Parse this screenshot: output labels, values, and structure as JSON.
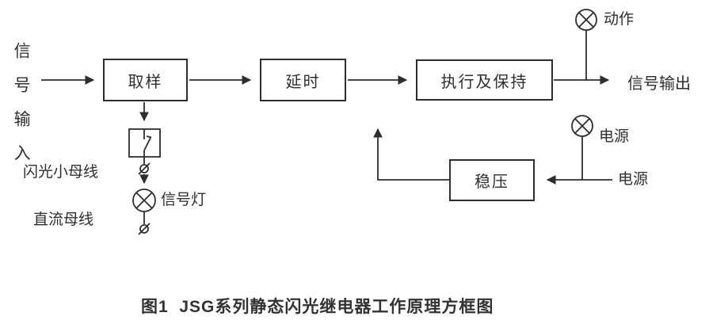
{
  "colors": {
    "line": "#2e2e2e",
    "text": "#323232",
    "background": "#ffffff"
  },
  "diagram": {
    "input_label": "信号输入",
    "bus_labels": {
      "flash_bus": "闪光小母线",
      "dc_bus": "直流母线"
    },
    "blocks": {
      "sampling": "取样",
      "delay": "延时",
      "execute_hold": "执行及保持",
      "regulator": "稳压"
    },
    "lamps": {
      "action": "动作",
      "power": "电源",
      "signal": "信号灯"
    },
    "power_source_label": "电源",
    "output_label": "信号输出",
    "icons": {
      "lamp": "circle-with-x-indicator-lamp",
      "terminal": "slashed-circle-terminal",
      "contact": "normally-open-contact-switch",
      "arrow": "filled-triangle-arrowhead"
    }
  },
  "caption": "图1  JSG系列静态闪光继电器工作原理方框图"
}
